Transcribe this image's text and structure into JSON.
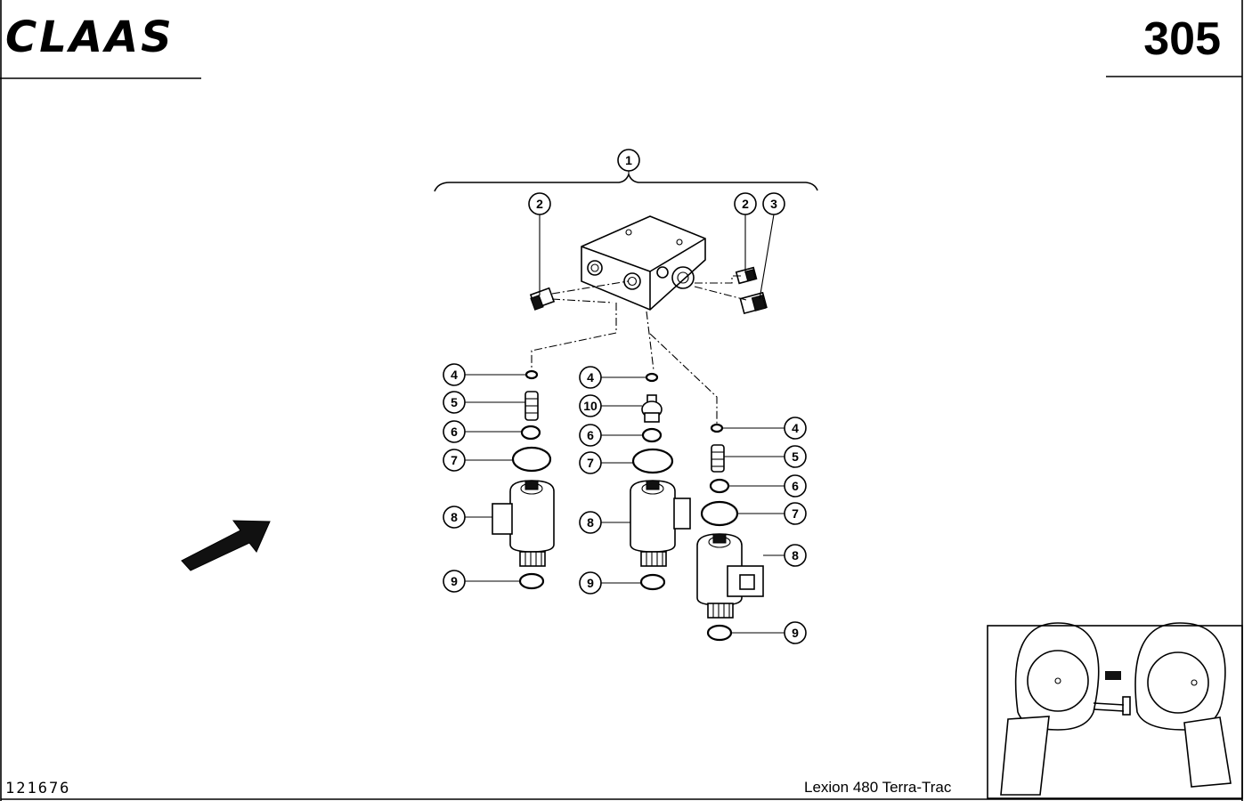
{
  "header": {
    "logo_text": "CLAAS",
    "page_number": "305"
  },
  "footer": {
    "document_number": "121676",
    "model": "Lexion 480 Terra-Trac"
  },
  "callouts": {
    "c1": "1",
    "c2a": "2",
    "c2b": "2",
    "c3": "3",
    "c4a": "4",
    "c4b": "4",
    "c4c": "4",
    "c5a": "5",
    "c5b": "5",
    "c6a": "6",
    "c6b": "6",
    "c6c": "6",
    "c7a": "7",
    "c7b": "7",
    "c7c": "7",
    "c8a": "8",
    "c8b": "8",
    "c8c": "8",
    "c9a": "9",
    "c9b": "9",
    "c9c": "9",
    "c10": "10"
  },
  "icons": {
    "logo": "claas-logo",
    "direction": "direction-arrow-icon",
    "locator": "location-inset-icon"
  }
}
